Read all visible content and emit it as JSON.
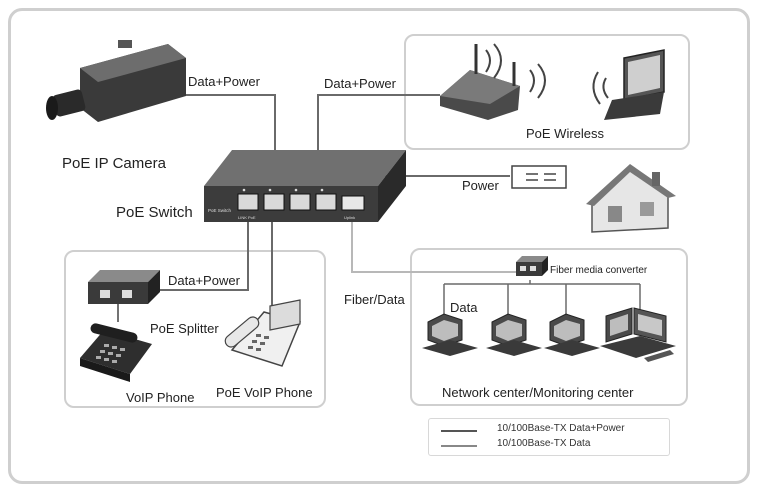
{
  "labels": {
    "camera": "PoE IP Camera",
    "camera_link": "Data+Power",
    "wireless_link": "Data+Power",
    "wireless": "PoE Wireless",
    "switch": "PoE Switch",
    "power": "Power",
    "splitter_link": "Data+Power",
    "splitter": "PoE  Splitter",
    "voip_phone": "VoIP Phone",
    "poe_voip_phone": "PoE VoIP Phone",
    "fiber": "Fiber/Data",
    "fiber_converter": "Fiber media converter",
    "data": "Data",
    "network_center": "Network center/Monitoring center",
    "switch_panel_text": "PoE Switch",
    "switch_led_text": "LINK   PoE",
    "switch_uplink_text": "Uplink"
  },
  "legend": [
    {
      "label": "10/100Base-TX Data+Power",
      "color": "#555555"
    },
    {
      "label": "10/100Base-TX Data",
      "color": "#888888"
    }
  ],
  "colors": {
    "data_power_line": "#6a6a6a",
    "fiber_line": "#b8b8b8",
    "panel_border": "#cfcfcf",
    "device_dark": "#3a3a3a"
  }
}
